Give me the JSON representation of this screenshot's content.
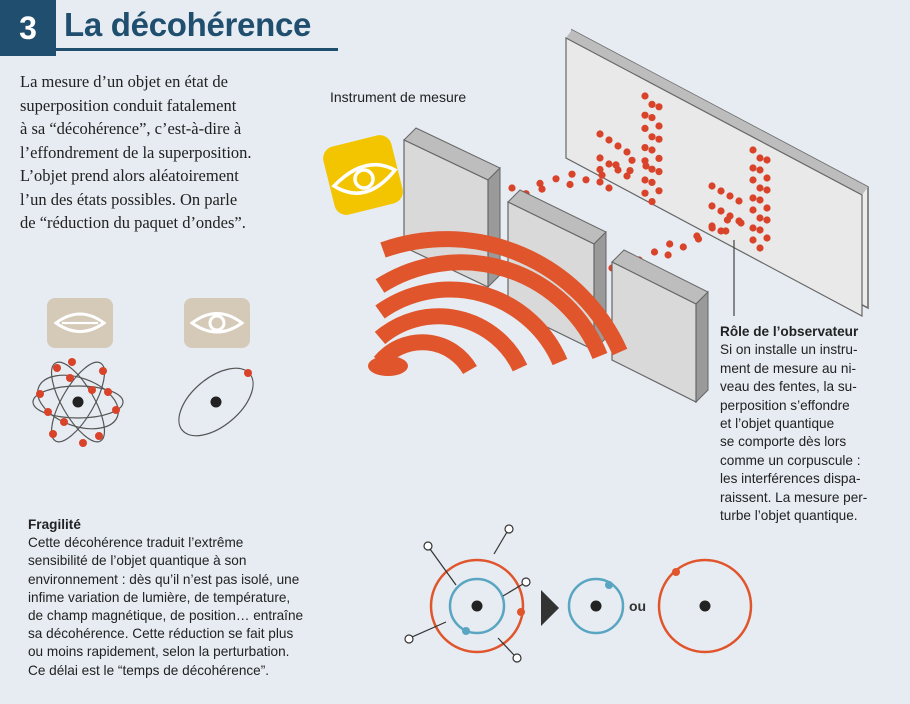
{
  "header": {
    "number": "3",
    "title": "La décohérence"
  },
  "intro": {
    "lines": [
      "La mesure d’un objet en état de",
      "superposition conduit fatalement",
      "à sa “décohérence”, c’est-à-dire à",
      "l’effondrement de la superposition.",
      "L’objet prend alors aléatoirement",
      "l’un des états possibles. On parle",
      "de “réduction du paquet d’ondes”."
    ]
  },
  "labels": {
    "instrument": "Instrument de mesure",
    "or": "ou"
  },
  "observer": {
    "title": "Rôle de l’observateur",
    "lines": [
      "Si on installe un instru-",
      "ment de mesure au ni-",
      "veau des fentes, la su-",
      "perposition s’effondre",
      "et l’objet quantique",
      "se comporte dès lors",
      "comme un corpuscule :",
      "les interférences dispa-",
      "raissent. La mesure per-",
      "turbe l’objet quantique."
    ]
  },
  "fragility": {
    "title": "Fragilité",
    "lines": [
      "Cette décohérence traduit l’extrême",
      "sensibilité de l’objet quantique à son",
      "environnement : dès qu’il n’est pas isolé, une",
      "infime variation de lumière, de température,",
      "de champ magnétique, de position… entraîne",
      "sa décohérence. Cette réduction se fait plus",
      "ou moins rapidement, selon la perturbation.",
      "Ce délai est le “temps de décohérence”."
    ]
  },
  "colors": {
    "navy": "#1f4e6f",
    "orange": "#e0552b",
    "dot_red": "#d8432a",
    "yellow": "#f2c500",
    "beige": "#d5cab8",
    "panel": "#d4d4d4",
    "panel_side": "#9a9a9a",
    "teal": "#5aa5c2"
  },
  "icons": [
    "eye-open-icon",
    "eye-closed-icon",
    "atom-icon",
    "triangle-arrow-icon"
  ]
}
